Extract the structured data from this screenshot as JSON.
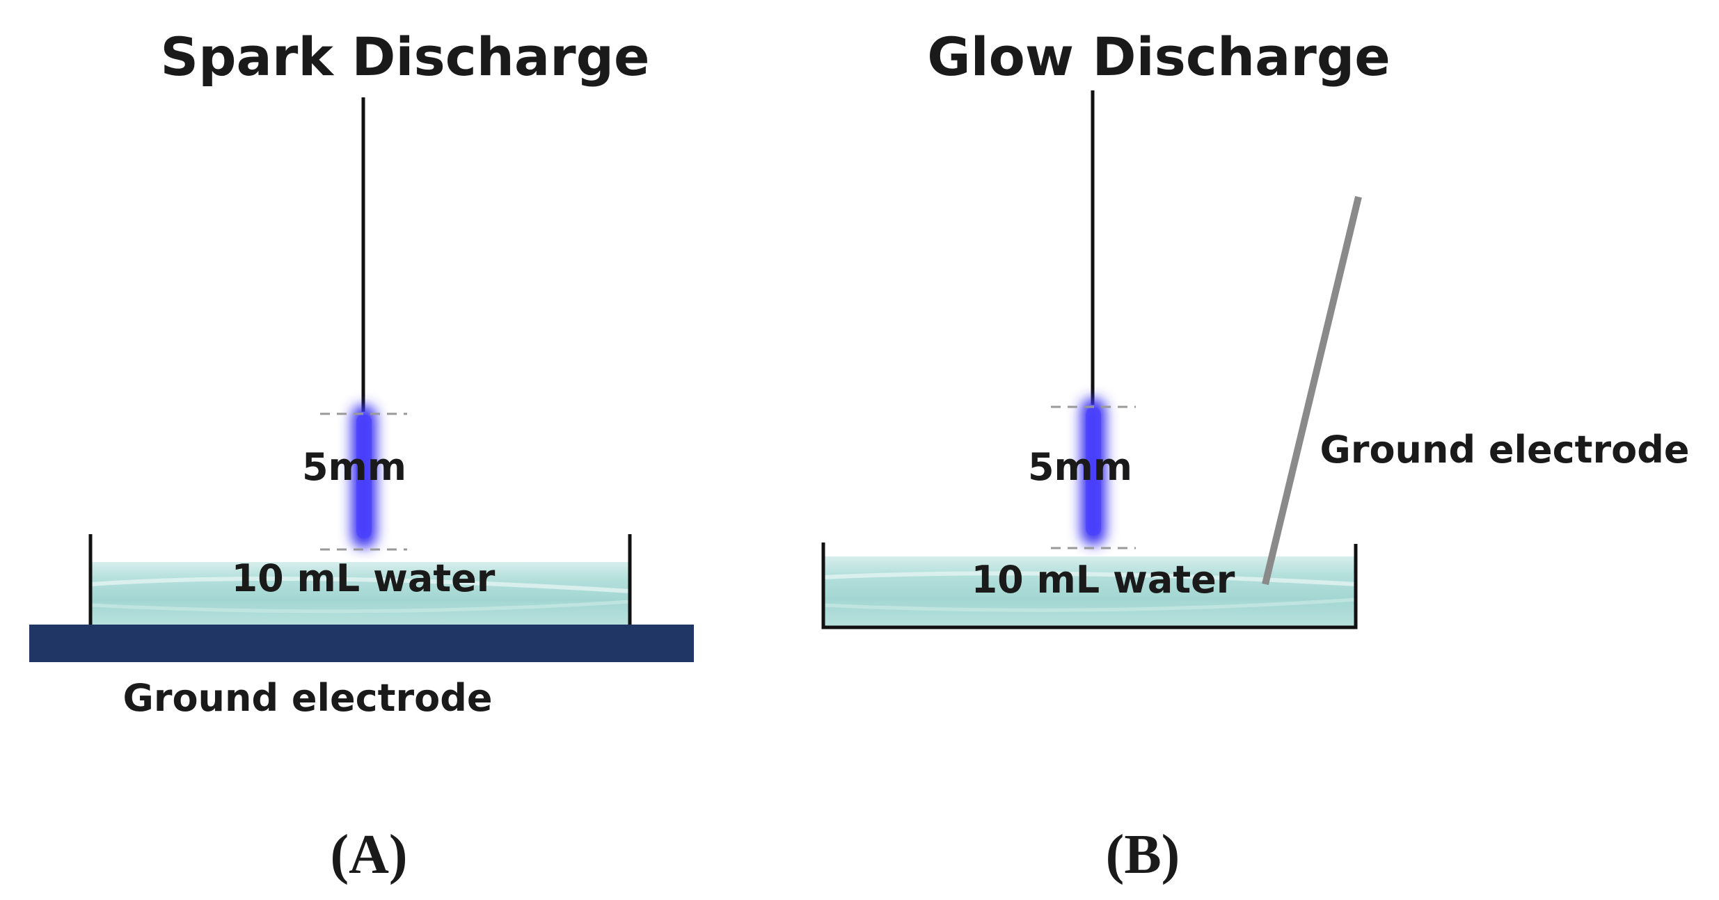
{
  "panel_a": {
    "title": "Spark Discharge",
    "gap_label": "5mm",
    "water_label": "10 mL water",
    "ground_label": "Ground electrode",
    "panel_label": "(A)"
  },
  "panel_b": {
    "title": "Glow Discharge",
    "gap_label": "5mm",
    "water_label": "10 mL water",
    "ground_label": "Ground electrode",
    "panel_label": "(B)"
  },
  "colors": {
    "water": "#a7d8d4",
    "plate": "#203766",
    "plasma": "#3a33f0",
    "ground_rod": "#8a8a8a",
    "dashed_line": "#999999"
  }
}
